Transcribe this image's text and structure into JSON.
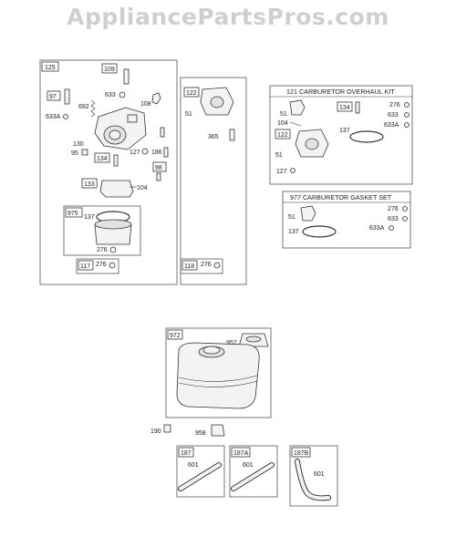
{
  "watermark": "AppliancePartsPros.com",
  "boxes": {
    "carb_assembly": "125",
    "kit_121": "121 CARBURETOR OVERHAUL KIT",
    "kit_977": "977 CARBURETOR GASKET SET",
    "tank": "972"
  },
  "tags": {
    "t109": "109",
    "t97": "97",
    "t134a": "134",
    "t98": "98",
    "t133": "133",
    "t975": "975",
    "t117": "117",
    "t122a": "122",
    "t118": "118",
    "t134b": "134",
    "t122b": "122",
    "t187": "187",
    "t187A": "187A",
    "t187B": "187B"
  },
  "callouts": {
    "c633a": "633",
    "c692": "692",
    "c633A_a": "633A",
    "c108": "108",
    "c130": "130",
    "c95": "95",
    "c127a": "127",
    "c186": "186",
    "c104a": "104",
    "c137a": "137",
    "c276a": "276",
    "c276b": "276",
    "c51a": "51",
    "c365": "365",
    "c276c": "276",
    "c51b": "51",
    "c104b": "104",
    "c51c": "51",
    "c127b": "127",
    "c276d": "276",
    "c633b": "633",
    "c633A_b": "633A",
    "c137b": "137",
    "c276e": "276",
    "c51d": "51",
    "c633c": "633",
    "c633A_c": "633A",
    "c137c": "137",
    "c957": "957",
    "c190": "190",
    "c958": "958",
    "c601a": "601",
    "c601b": "601",
    "c601c": "601"
  }
}
